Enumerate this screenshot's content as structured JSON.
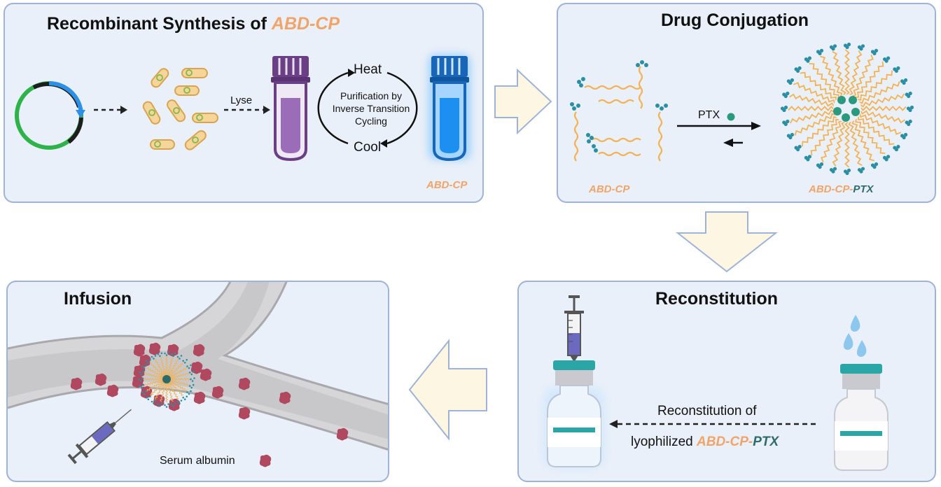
{
  "panels": {
    "synthesis": {
      "title_prefix": "Recombinant Synthesis of ",
      "title_accent": "ABD-CP",
      "lyse_label": "Lyse",
      "heat_label": "Heat",
      "cool_label": "Cool",
      "purification_line1": "Purification by",
      "purification_line2": "Inverse Transition",
      "purification_line3": "Cycling",
      "product_label": "ABD-CP"
    },
    "conjugation": {
      "title": "Drug Conjugation",
      "ptx_label": "PTX",
      "left_label": "ABD-CP",
      "right_label_a": "ABD-CP-",
      "right_label_b": "PTX"
    },
    "reconstitution": {
      "title": "Reconstitution",
      "caption_line1": "Reconstitution of",
      "caption_line2_prefix": "lyophilized ",
      "caption_line2_a": "ABD-CP-",
      "caption_line2_b": "PTX"
    },
    "infusion": {
      "title": "Infusion",
      "legend_label": "Serum albumin"
    }
  },
  "colors": {
    "panel_bg": "#eaf0f9",
    "panel_border": "#9fb3d6",
    "accent_orange": "#f0a46a",
    "teal": "#2f6b6b",
    "flow_arrow_fill": "#fdf6e3",
    "flow_arrow_stroke": "#9fb3d6",
    "purple": "#6b3f86",
    "blue_glow": "#1d8ff0",
    "albumin": "#b0485f"
  }
}
